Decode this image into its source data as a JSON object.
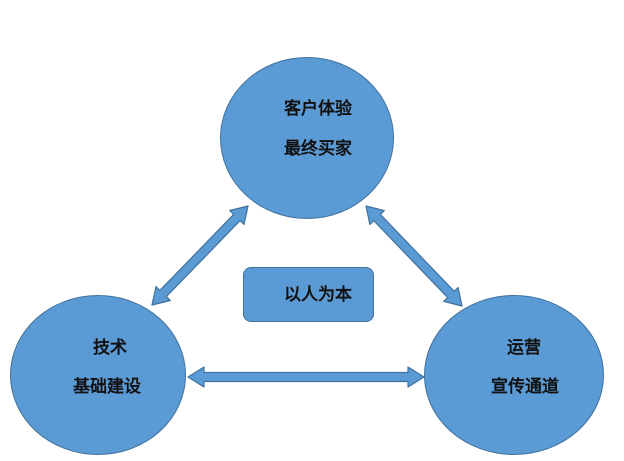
{
  "nodes": {
    "top": {
      "line1": "客户体验",
      "line2": "最终买家"
    },
    "left": {
      "line1": "技术",
      "line2": "基础建设"
    },
    "right": {
      "line1": "运营",
      "line2": "宣传通道"
    }
  },
  "center": {
    "label": "以人为本"
  },
  "colors": {
    "fill": "#5b9bd5",
    "stroke": "#41719c",
    "text": "#111111"
  }
}
